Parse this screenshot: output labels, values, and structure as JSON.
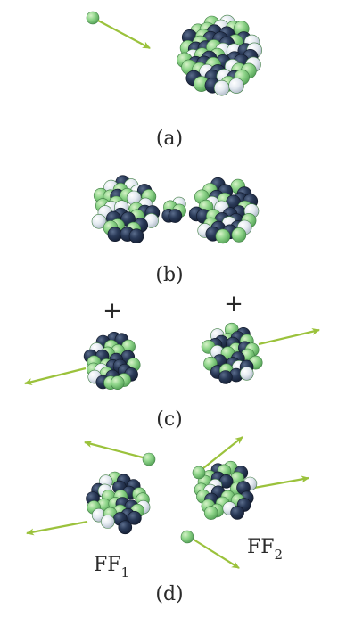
{
  "panels": {
    "a": {
      "label": "(a)"
    },
    "b": {
      "label": "(b)"
    },
    "c": {
      "label": "(c)",
      "left_charge": "+",
      "right_charge": "+"
    },
    "d": {
      "label": "(d)",
      "ff1_main": "FF",
      "ff1_sub": "1",
      "ff2_main": "FF",
      "ff2_sub": "2"
    }
  },
  "colors": {
    "neutron": "#22324f",
    "proton": "#7fcd7a",
    "arrow": "#9bc23c",
    "highlight": "#e6edf3",
    "background": "#ffffff"
  },
  "icons": {
    "neutron": "dark-navy-sphere",
    "proton": "light-green-sphere",
    "free-neutron": "green-sphere-with-arrow"
  }
}
